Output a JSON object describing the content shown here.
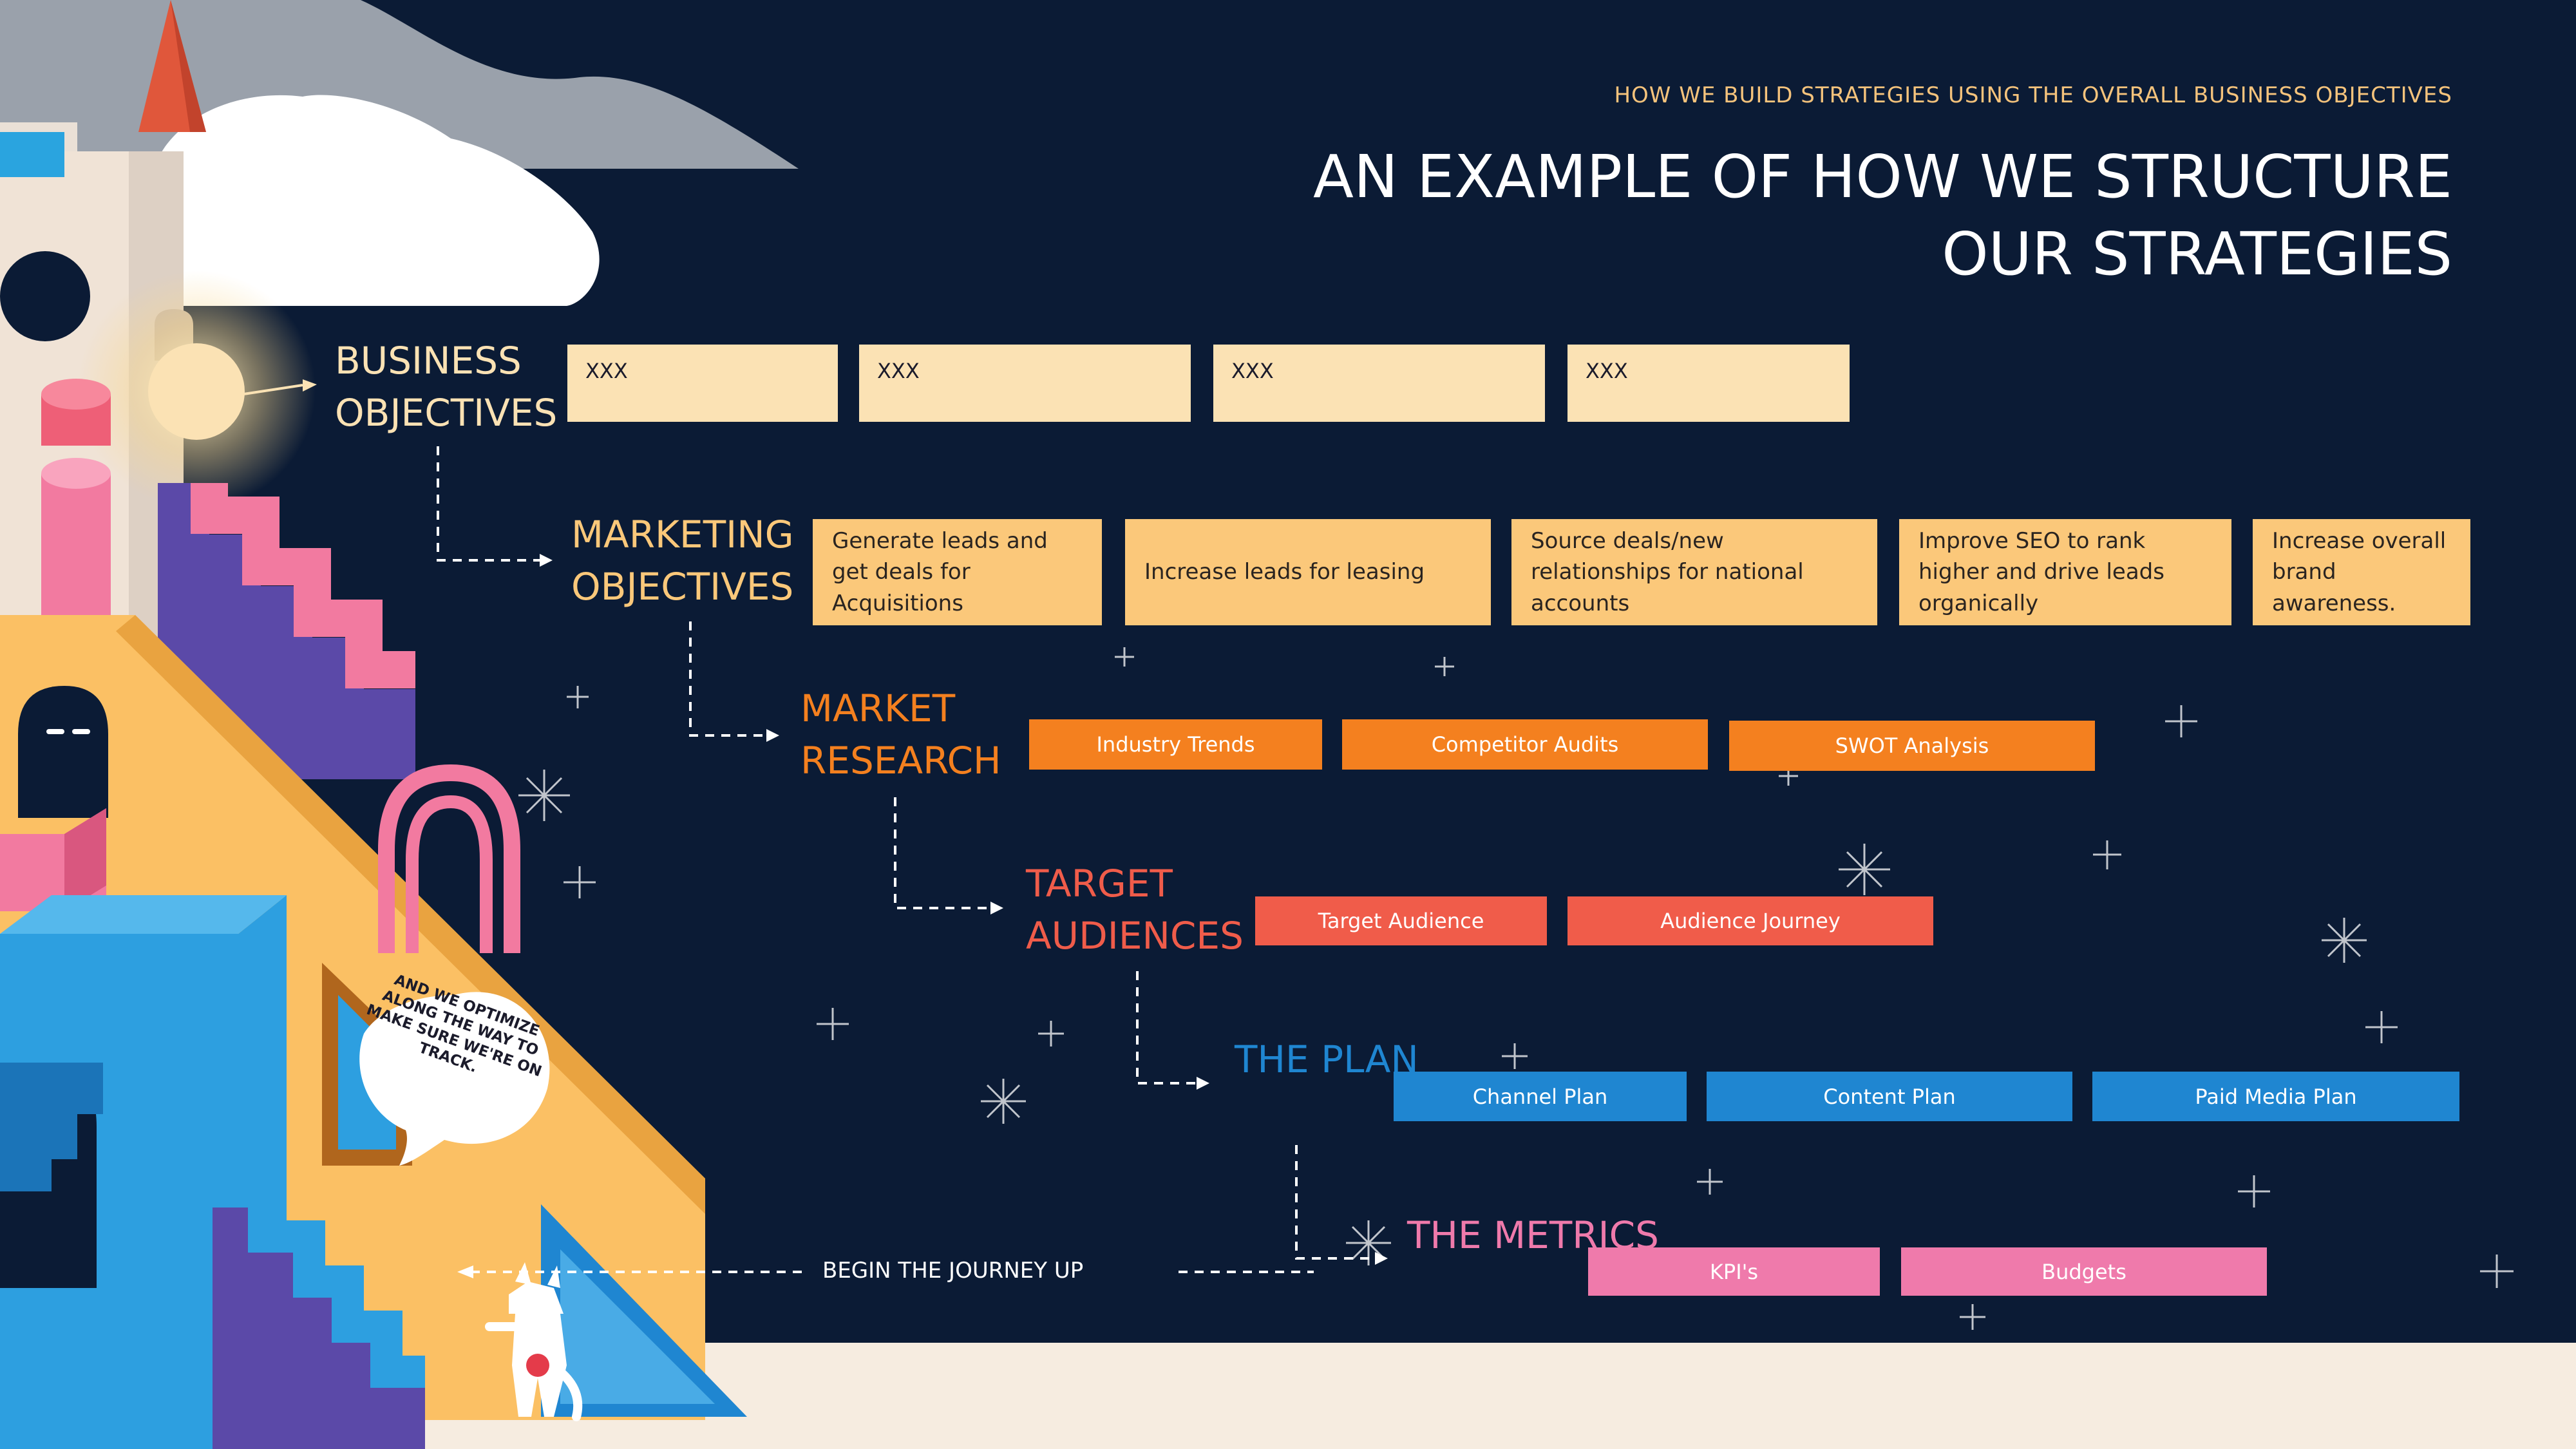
{
  "header": {
    "kicker": "HOW WE BUILD STRATEGIES USING THE OVERALL BUSINESS OBJECTIVES",
    "title": "AN EXAMPLE OF HOW WE STRUCTURE OUR STRATEGIES"
  },
  "stages": [
    {
      "label": "BUSINESS OBJECTIVES",
      "color": "#fbe2b4",
      "items": [
        "XXX",
        "XXX",
        "XXX",
        "XXX"
      ]
    },
    {
      "label": "MARKETING OBJECTIVES",
      "color": "#fbc87a",
      "items": [
        "Generate leads and get deals for Acquisitions",
        "Increase leads for leasing",
        "Source deals/new relationships for national accounts",
        "Improve SEO to rank higher and drive leads organically",
        "Increase overall brand awareness."
      ]
    },
    {
      "label": "MARKET RESEARCH",
      "color": "#f4801f",
      "items": [
        "Industry Trends",
        "Competitor Audits",
        "SWOT Analysis"
      ]
    },
    {
      "label": "TARGET AUDIENCES",
      "color": "#f05c4a",
      "items": [
        "Target Audience",
        "Audience Journey"
      ]
    },
    {
      "label": "THE PLAN",
      "color": "#1f86d1",
      "items": [
        "Channel Plan",
        "Content Plan",
        "Paid Media Plan"
      ]
    },
    {
      "label": "THE METRICS",
      "color": "#ef7aab",
      "items": [
        "KPI's",
        "Budgets"
      ]
    }
  ],
  "speech_bubble": "AND WE OPTIMIZE ALONG THE WAY TO MAKE SURE WE'RE ON TRACK.",
  "journey_label": "BEGIN THE JOURNEY UP",
  "colors": {
    "background": "#0b1b35",
    "floor": "#f6ece0",
    "label_business": "#fbe2b4",
    "label_marketing": "#fbc87a",
    "label_research": "#f4801f",
    "label_audiences": "#f05c4a",
    "label_plan": "#1f86d1",
    "label_metrics": "#ef7aab"
  }
}
